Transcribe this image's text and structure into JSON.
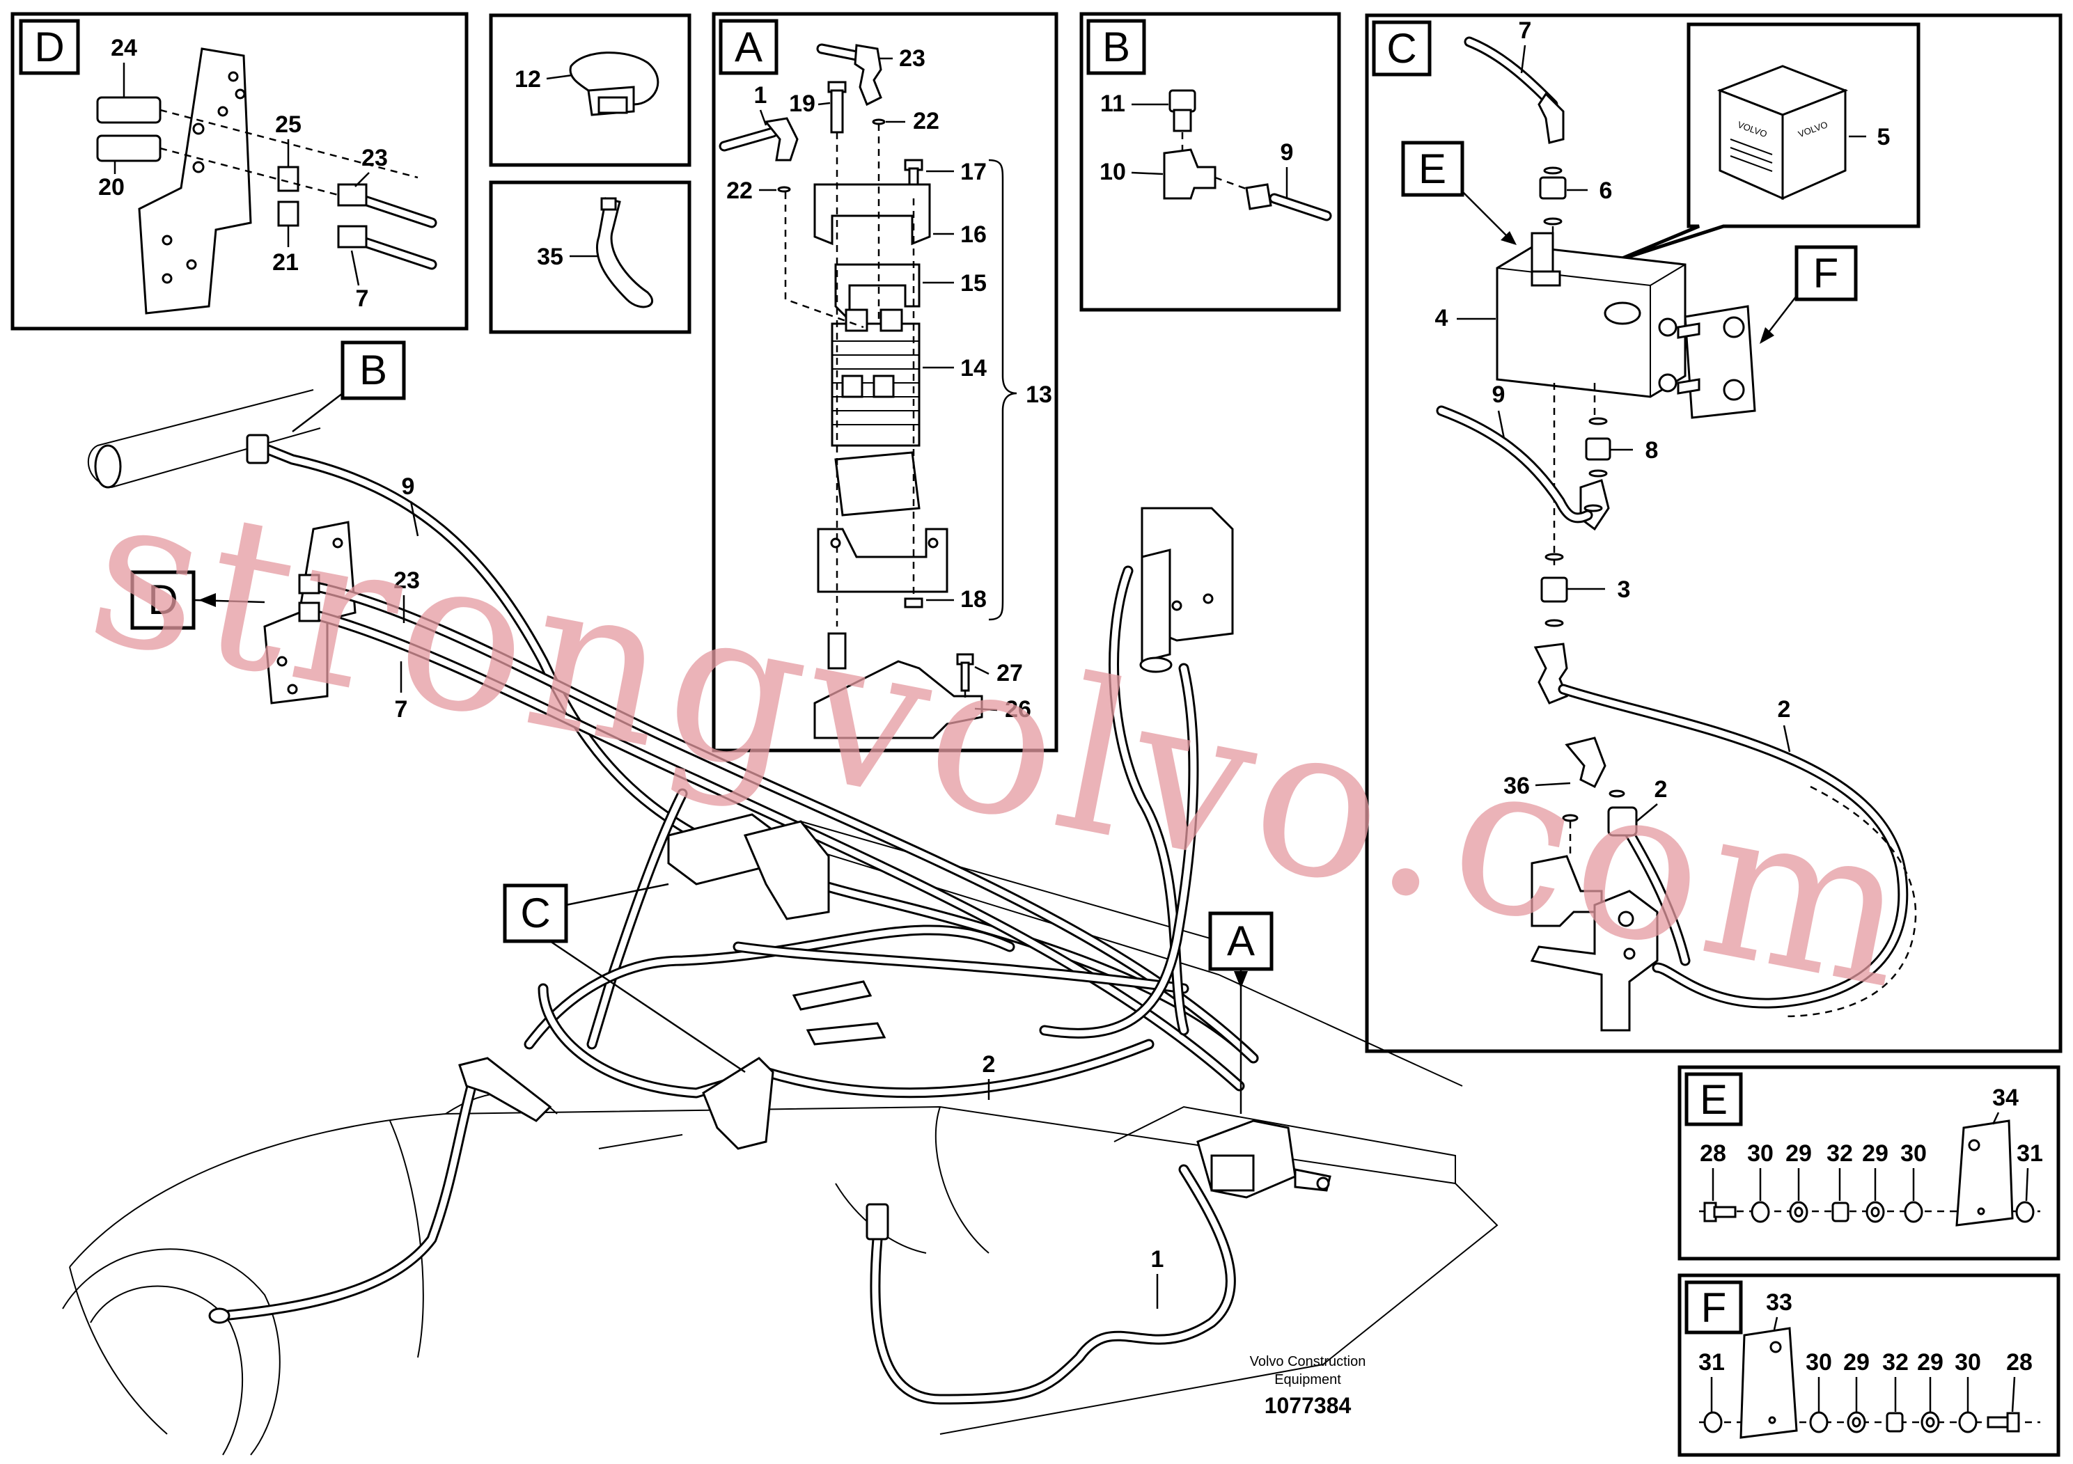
{
  "panels": {
    "D": {
      "tag": "D",
      "callouts": [
        "24",
        "20",
        "25",
        "23",
        "21",
        "7"
      ]
    },
    "clamp": {
      "callouts": [
        "12"
      ]
    },
    "tie": {
      "callouts": [
        "35"
      ]
    },
    "A": {
      "tag": "A",
      "callouts": [
        "23",
        "1",
        "19",
        "22",
        "22",
        "17",
        "16",
        "15",
        "14",
        "13",
        "18",
        "27",
        "26"
      ]
    },
    "B": {
      "tag": "B",
      "callouts": [
        "11",
        "10",
        "9"
      ]
    },
    "C": {
      "tag": "C",
      "callouts": [
        "7",
        "5",
        "6",
        "4",
        "9",
        "8",
        "3",
        "2",
        "36",
        "2"
      ],
      "sub_tags": [
        "E",
        "F"
      ],
      "box_brand": "VOLVO"
    },
    "E": {
      "tag": "E",
      "callouts": [
        "28",
        "30",
        "29",
        "32",
        "29",
        "30",
        "34",
        "31"
      ]
    },
    "F": {
      "tag": "F",
      "callouts": [
        "33",
        "31",
        "30",
        "29",
        "32",
        "29",
        "30",
        "28"
      ]
    }
  },
  "main": {
    "tags": [
      "B",
      "D",
      "C",
      "A"
    ],
    "callouts": [
      "9",
      "23",
      "7",
      "2",
      "1"
    ]
  },
  "footer": {
    "line1": "Volvo Construction",
    "line2": "Equipment",
    "doc_number": "1077384"
  },
  "watermark": "strongvolvo.com"
}
